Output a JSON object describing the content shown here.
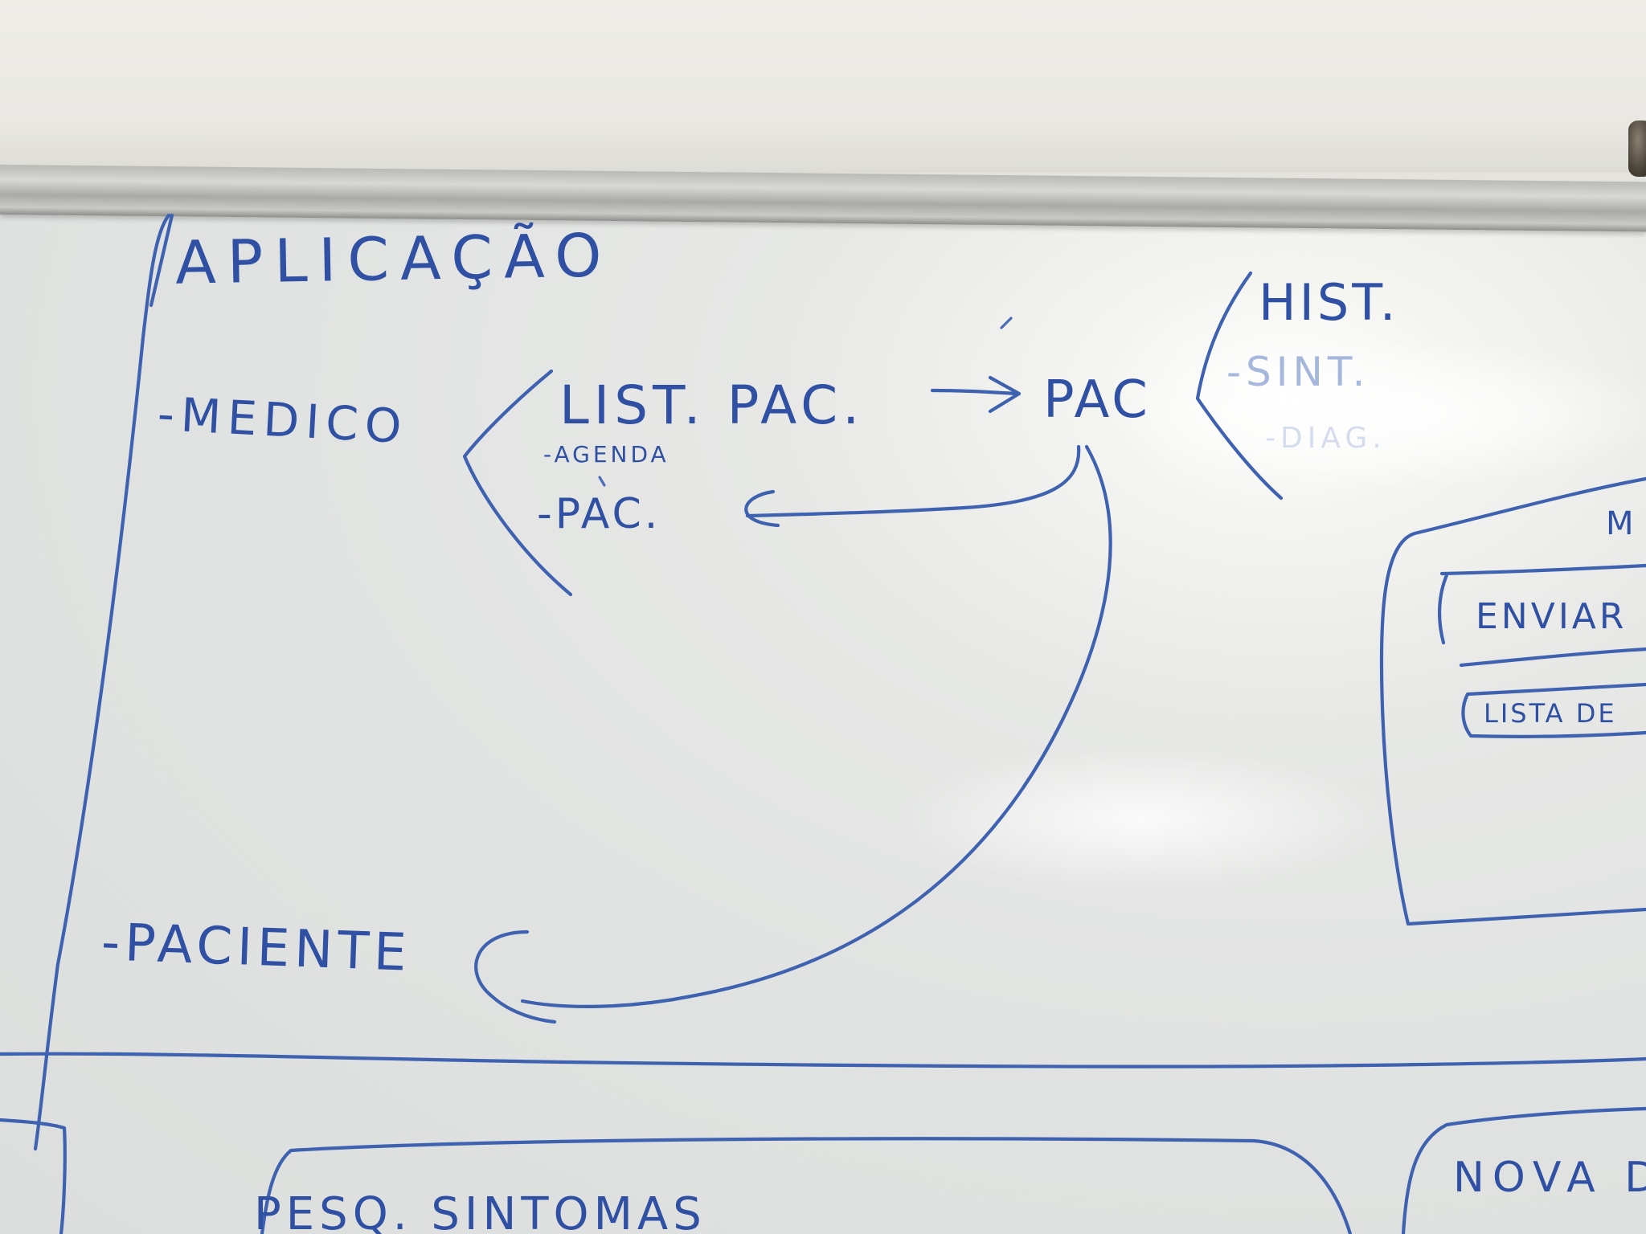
{
  "whiteboard": {
    "title": "APLICAÇÃO",
    "roles": {
      "medico": "-MEDICO",
      "paciente": "-PACIENTE"
    },
    "medico_branch": {
      "list_label": "LIST. PAC.",
      "sub_label": "-AGENDA",
      "pac_label": "-PAC."
    },
    "target": "PAC",
    "target_branch": {
      "hist": "HIST.",
      "sint": "-SINT.",
      "third": "-DIAG."
    },
    "right_panel": {
      "heading": "M",
      "button_send": "ENVIAR",
      "button_list": "LISTA DE"
    },
    "bottom_panels": {
      "left_box_label": "PESQ. SINTOMAS",
      "right_box_label": "NOVA D"
    }
  }
}
